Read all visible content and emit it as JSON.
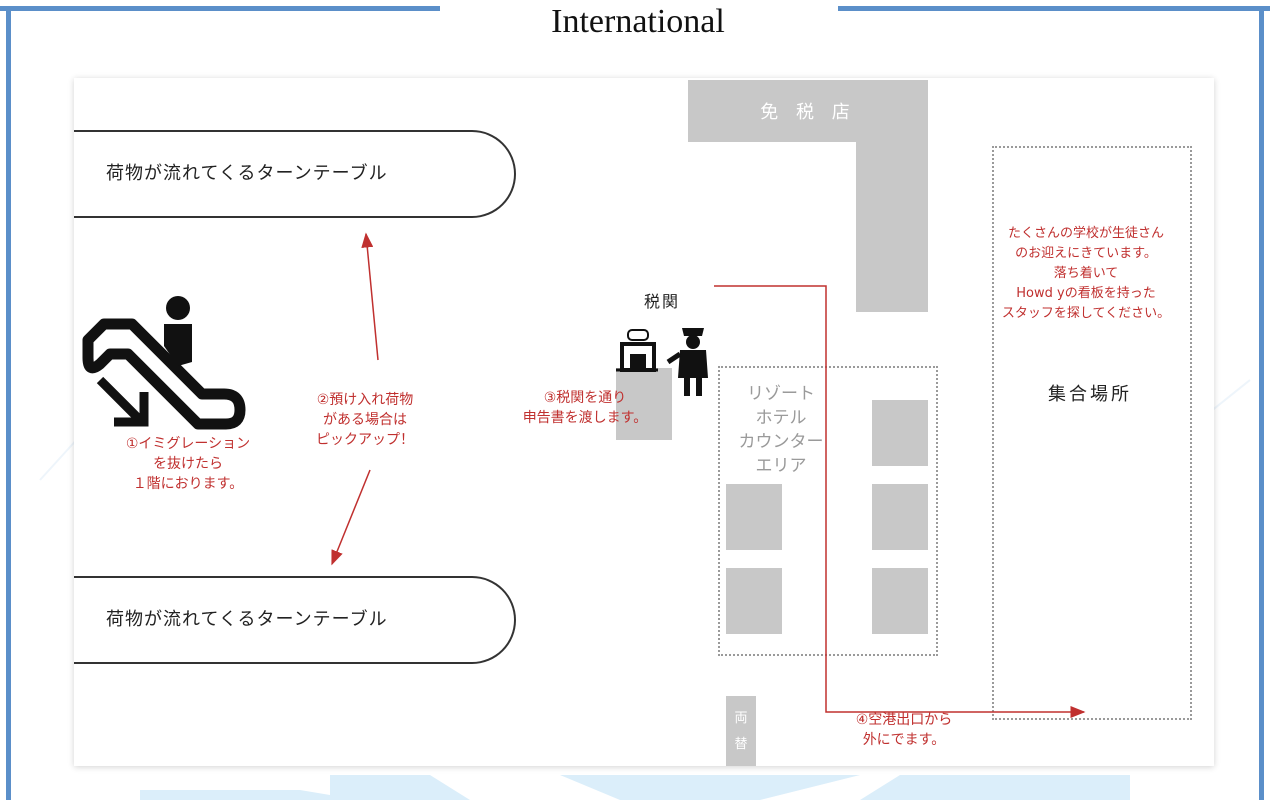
{
  "title": "International",
  "turntable_label": "荷物が流れてくるターンテーブル",
  "duty_free": "免 税 店",
  "customs": "税関",
  "resort_counter": "リゾート\nホテル\nカウンター\nエリア",
  "meeting_area": "集合場所",
  "exchange": "両\n替",
  "steps": {
    "step1": "①イミグレーション\nを抜けたら\n１階におります。",
    "step2": "②預け入れ荷物\nがある場合は\nピックアップ！",
    "step3": "③税関を通り\n申告書を渡します。",
    "step4": "④空港出口から\n外にでます。"
  },
  "meeting_note": "たくさんの学校が生徒さん\nのお迎えにきています。\n落ち着いて\nHowd yの看板を持った\nスタッフを探してください。",
  "colors": {
    "frame": "#5b8fc9",
    "route": "#c0302f",
    "block": "#c8c8c8",
    "watermark": "#dbeefa"
  },
  "icons": [
    "escalator-person-icon",
    "baggage-scanner-icon",
    "customs-officer-icon"
  ]
}
